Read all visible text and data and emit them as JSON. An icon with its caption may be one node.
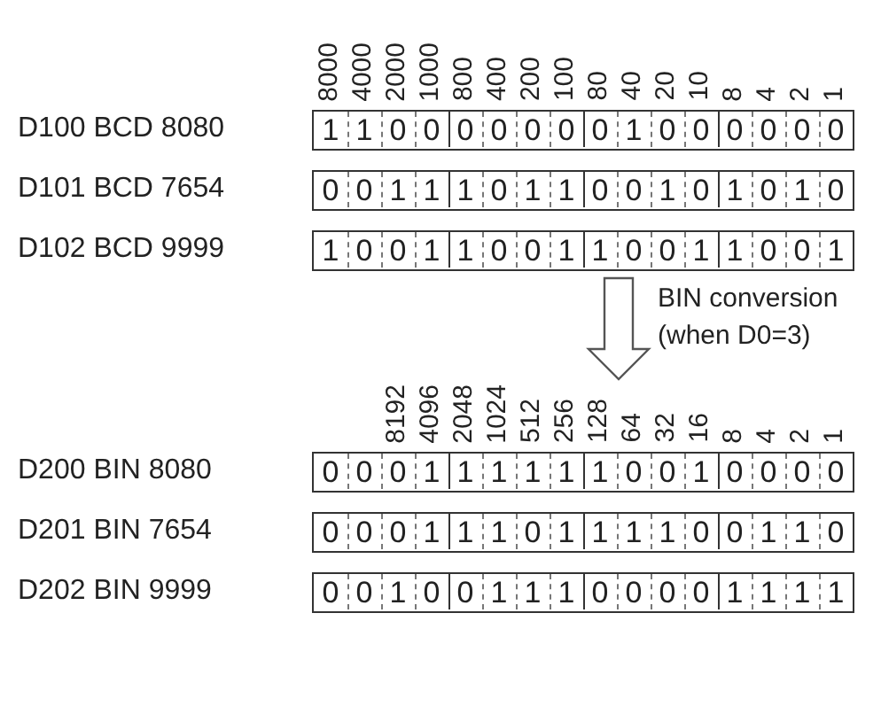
{
  "diagram": {
    "nodes": [
      {
        "text": [],
        "shape": "box",
        "beside": [
          "8000",
          "4000",
          "2000",
          "1000",
          "800",
          "400",
          "200",
          "100",
          "80",
          "40",
          "20",
          "10",
          "8",
          "4",
          "2",
          "1"
        ]
      },
      {
        "text": [],
        "shape": "box",
        "beside": [
          "8192",
          "4096",
          "2048",
          "1024",
          "512",
          "256",
          "128",
          "64",
          "32",
          "16",
          "8",
          "4",
          "2",
          "1"
        ]
      }
    ],
    "edges": [
      {
        "from": 0,
        "to": 1,
        "arrow": "to",
        "label": "BIN conversion (when D0=3)"
      }
    ],
    "labels": [
      "D100 BCD 8080",
      "1",
      "1",
      "0",
      "0",
      "0",
      "0",
      "0",
      "0",
      "0",
      "1",
      "0",
      "0",
      "0",
      "0",
      "0",
      "0",
      "D101 BCD 7654",
      "0",
      "0",
      "1",
      "1",
      "1",
      "0",
      "1",
      "1",
      "0",
      "0",
      "1",
      "0",
      "1",
      "0",
      "1",
      "0",
      "D102 BCD 9999",
      "1",
      "0",
      "0",
      "1",
      "1",
      "0",
      "0",
      "1",
      "1",
      "0",
      "0",
      "1",
      "1",
      "0",
      "0",
      "1",
      "D200 BIN 8080",
      "0",
      "0",
      "0",
      "1",
      "1",
      "1",
      "1",
      "1",
      "1",
      "0",
      "0",
      "1",
      "0",
      "0",
      "0",
      "0",
      "D201 BIN 7654",
      "0",
      "0",
      "0",
      "1",
      "1",
      "1",
      "0",
      "1",
      "1",
      "1",
      "1",
      "0",
      "0",
      "1",
      "1",
      "0",
      "D202 BIN 9999",
      "0",
      "0",
      "1",
      "0",
      "0",
      "1",
      "1",
      "1",
      "0",
      "0",
      "0",
      "0",
      "1",
      "1",
      "1",
      "1"
    ]
  }
}
